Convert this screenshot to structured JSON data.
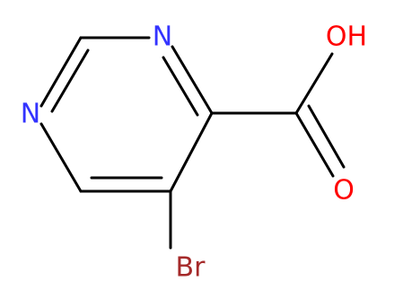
{
  "molecule": {
    "atoms": {
      "n_top": {
        "label": "N",
        "color": "#3333ff"
      },
      "n_left": {
        "label": "N",
        "color": "#3333ff"
      },
      "oh": {
        "label": "OH",
        "color": "#ff0000"
      },
      "o_carbonyl": {
        "label": "O",
        "color": "#ff0000"
      },
      "br": {
        "label": "Br",
        "color": "#a52a2a"
      }
    },
    "bond_color": "#000000"
  }
}
